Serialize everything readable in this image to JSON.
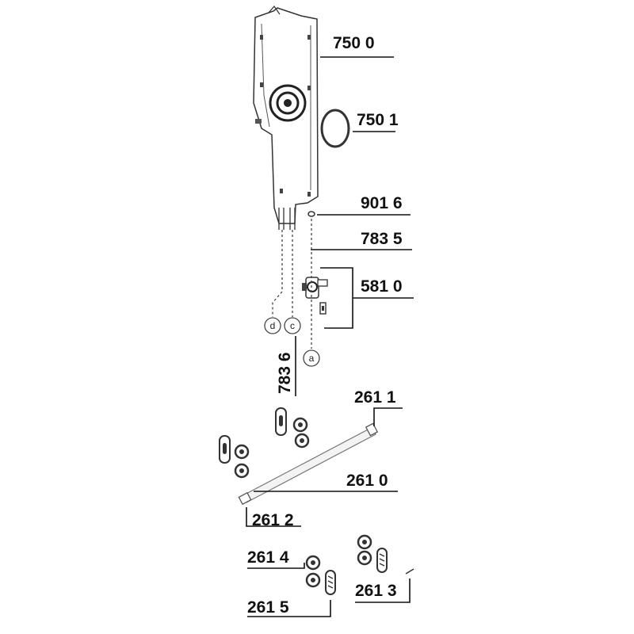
{
  "labels": {
    "p7500": "750 0",
    "p7501": "750 1",
    "p9016": "901 6",
    "p7835": "783 5",
    "p5810": "581 0",
    "p7836": "783 6",
    "p2611": "261 1",
    "p2610": "261 0",
    "p2612": "261 2",
    "p2614": "261 4",
    "p2613": "261 3",
    "p2615": "261 5"
  },
  "connectors": {
    "a": "a",
    "c": "c",
    "d": "d"
  }
}
